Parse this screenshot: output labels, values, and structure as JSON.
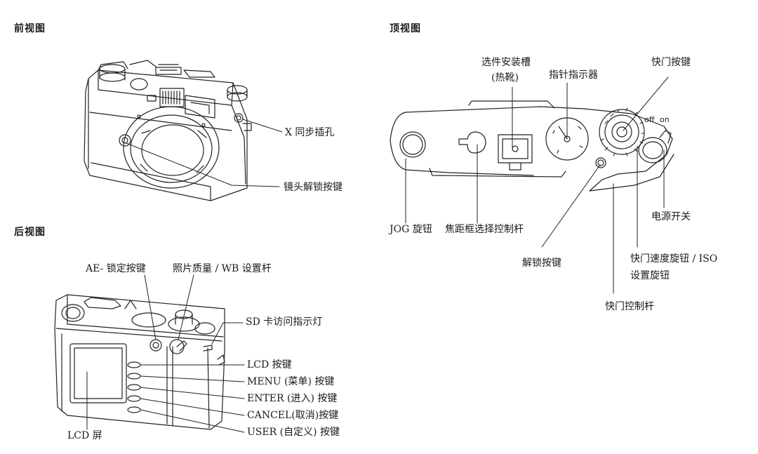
{
  "sections": {
    "front": "前视图",
    "top": "顶视图",
    "back": "后视图"
  },
  "front_labels": {
    "x_sync": "X 同步插孔",
    "lens_release": "镜头解锁按键"
  },
  "top_labels": {
    "accessory_shoe_line1": "选件安装槽",
    "accessory_shoe_line2": "(热靴)",
    "needle_indicator": "指针指示器",
    "shutter_button": "快门按键",
    "jog_dial": "JOG 旋钮",
    "frame_selector": "焦距框选择控制杆",
    "release_button": "解锁按键",
    "power_switch": "电源开关",
    "speed_dial_line1": "快门速度旋钮 / ISO",
    "speed_dial_line2": "设置旋钮",
    "shutter_lever": "快门控制杆",
    "switch_off": "off",
    "switch_on": "on"
  },
  "back_labels": {
    "ae_lock": "AE- 锁定按键",
    "quality_wb": "照片质量 / WB 设置杆",
    "sd_lamp": "SD 卡访问指示灯",
    "lcd_button": "LCD 按键",
    "menu_button": "MENU (菜单) 按键",
    "enter_button": "ENTER (进入) 按键",
    "cancel_button": "CANCEL(取消)按键",
    "user_button": "USER (自定义) 按键",
    "lcd_screen": "LCD 屏"
  }
}
